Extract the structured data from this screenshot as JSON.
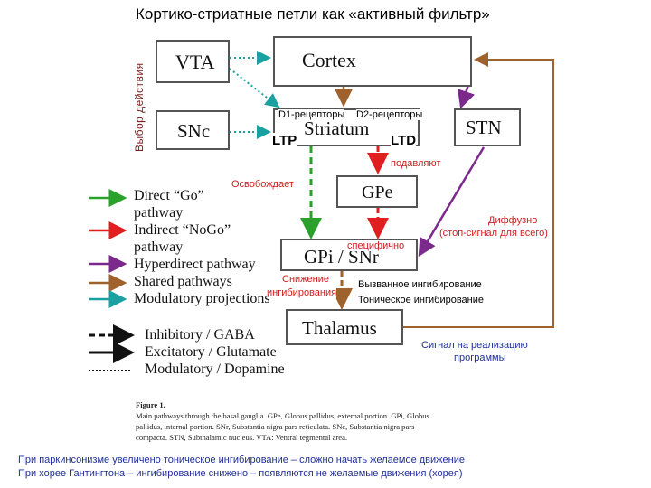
{
  "title": "Кортико-стриатные петли как «активный фильтр»",
  "vertical_title": "Выбор действия",
  "nodes": {
    "vta": "VTA",
    "snc": "SNc",
    "cortex": "Cortex",
    "striatum": "Striatum",
    "stn": "STN",
    "gpe": "GPe",
    "gpi": "GPi / SNr",
    "thalamus": "Thalamus"
  },
  "labels": {
    "d1": "D1-рецепторы",
    "d2": "D2-рецепторы",
    "ltp": "LTP",
    "ltd": "LTD",
    "suppress": "подавляют",
    "release": "Освобождает",
    "diffuse1": "Диффузно",
    "diffuse2": "(стоп-сигнал для всего)",
    "specific": "специфично",
    "decrease1": "Снижение",
    "decrease2": "ингибирования",
    "evoked": "Вызванное ингибирование",
    "tonic": "Тоническое ингибирование",
    "signal1": "Сигнал на реализацию",
    "signal2": "программы"
  },
  "legend": {
    "pathways": [
      {
        "line1": "Direct “Go”",
        "line2": "pathway",
        "color": "#2aa12a"
      },
      {
        "line1": "Indirect “NoGo”",
        "line2": "pathway",
        "color": "#e02020"
      },
      {
        "line1": "Hyperdirect pathway",
        "line2": "",
        "color": "#7b2a8c"
      },
      {
        "line1": "Shared pathways",
        "line2": "",
        "color": "#a0622d"
      },
      {
        "line1": "Modulatory projections",
        "line2": "",
        "color": "#1aa0a0"
      }
    ],
    "lines": [
      {
        "label": "Inhibitory / GABA",
        "style": "dashed"
      },
      {
        "label": "Excitatory / Glutamate",
        "style": "solid"
      },
      {
        "label": "Modulatory / Dopamine",
        "style": "dotted"
      }
    ]
  },
  "figure_caption": {
    "heading": "Figure 1.",
    "lines": [
      "Main pathways through the basal ganglia. GPe, Globus pallidus, external portion. GPi, Globus",
      "pallidus, internal portion. SNr, Substantia nigra pars reticulata. SNc, Substantia nigra pars",
      "compacta. STN, Subthalamic nucleus. VTA: Ventral tegmental area."
    ]
  },
  "bottom": {
    "line1": "При паркинсонизме увеличено тоническое ингибирование – сложно начать желаемое движение",
    "line2": "При хорее Гантингтона – ингибирование снижено – появляются не желаемые движения (хорея)"
  },
  "colors": {
    "go": "#2aa12a",
    "nogo": "#e02020",
    "hyper": "#7b2a8c",
    "shared": "#a0622d",
    "modulatory": "#1aa0a0",
    "annotation_red": "#cc1f1f",
    "annotation_blue": "#1f2f9a"
  }
}
